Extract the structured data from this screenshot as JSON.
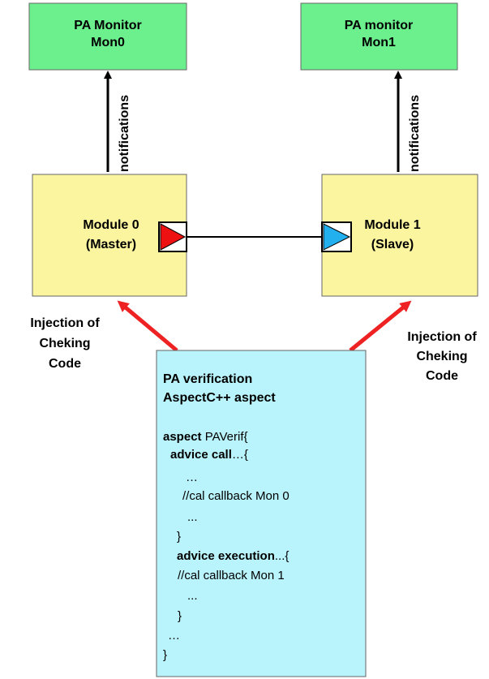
{
  "monitors": [
    {
      "line1": "PA Monitor",
      "line2": "Mon0"
    },
    {
      "line1": "PA monitor",
      "line2": "Mon1"
    }
  ],
  "notification_labels": [
    "notifications",
    "notifications"
  ],
  "modules": [
    {
      "line1": "Module 0",
      "line2": "(Master)"
    },
    {
      "line1": "Module 1",
      "line2": "(Slave)"
    }
  ],
  "injection_labels": [
    {
      "line1": "Injection of",
      "line2": "Cheking",
      "line3": "Code"
    },
    {
      "line1": "Injection of",
      "line2": "Cheking",
      "line3": "Code"
    }
  ],
  "aspect_box": {
    "title1": "PA verification",
    "title2": "AspectC++ aspect",
    "line1_kw": "aspect",
    "line1_name": " PAVerif{",
    "line2_kw": "advice call",
    "line2_rest": "…{",
    "line3": "…",
    "line4": "//cal callback Mon 0",
    "line5": "...",
    "line6": "}",
    "line7_kw": "advice execution",
    "line7_rest": "...{",
    "line8": "//cal callback Mon 1",
    "line9": "...",
    "line10": "}",
    "line11": "…",
    "line12": "}"
  },
  "colors": {
    "monitor_fill": "#6cf08e",
    "module_fill": "#fbf59f",
    "aspect_fill": "#b9f3fb",
    "port_master": "#ee1111",
    "port_slave": "#22b0ee",
    "injection_arrow": "#ee2222",
    "line": "#000000"
  }
}
